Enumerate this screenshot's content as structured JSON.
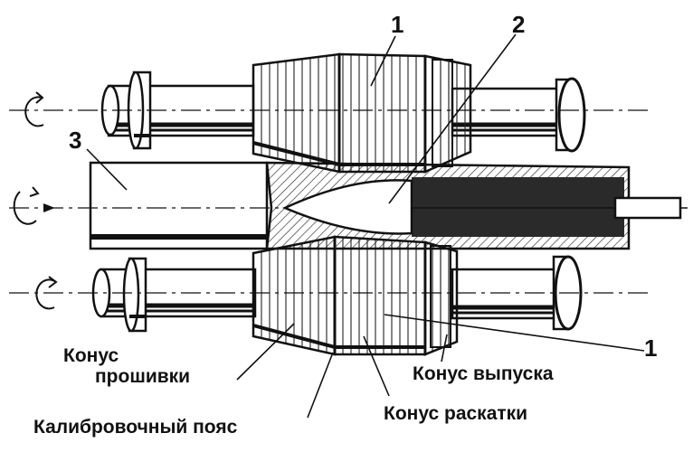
{
  "labels": {
    "roll_top_number": "1",
    "roll_bottom_number": "1",
    "mandrel_number": "2",
    "billet_number": "3",
    "piercing_cone_line1": "Конус",
    "piercing_cone_line2": "прошивки",
    "exit_cone": "Конус выпуска",
    "calibrating_belt": "Калибровочный пояс",
    "rolling_cone": "Конус раскатки"
  },
  "colors": {
    "ink": "#111111",
    "paper": "#ffffff",
    "hatch": "#1a1a1a",
    "tube_dark": "#2a2a2a"
  }
}
